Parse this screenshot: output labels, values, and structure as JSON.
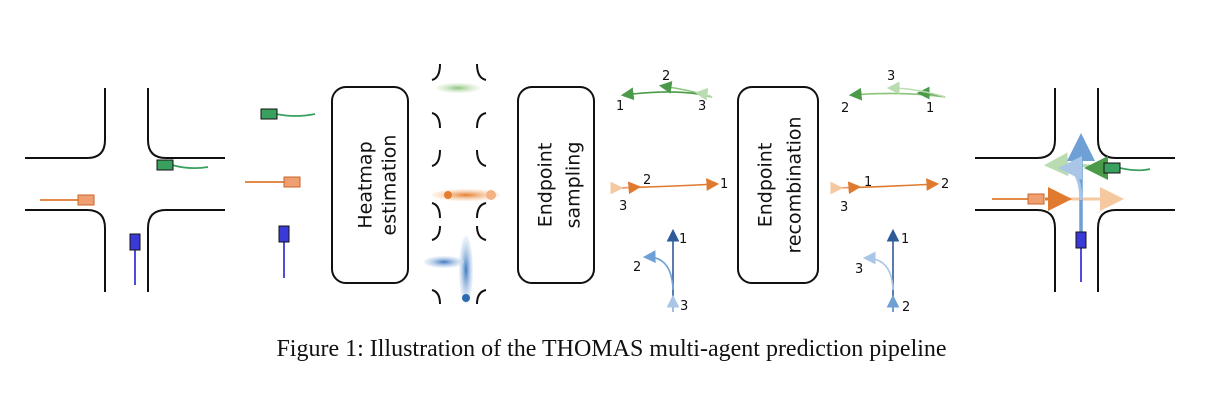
{
  "stages": [
    {
      "line1": "Heatmap",
      "line2": "estimation"
    },
    {
      "line1": "Endpoint",
      "line2": "sampling"
    },
    {
      "line1": "Endpoint",
      "line2": "recombination"
    }
  ],
  "sampling_labels": {
    "green": [
      "1",
      "2",
      "3"
    ],
    "orange": [
      "1",
      "2",
      "3"
    ],
    "blue": [
      "1",
      "2",
      "3"
    ]
  },
  "recombination_labels": {
    "green": [
      "1",
      "2",
      "3"
    ],
    "orange": [
      "1",
      "2",
      "3"
    ],
    "blue": [
      "1",
      "2",
      "3"
    ]
  },
  "caption": "Figure 1: Illustration of the THOMAS multi-agent prediction pipeline",
  "colors": {
    "green": "#4a9a4a",
    "orange": "#e07a2e",
    "blue": "#4a86c8",
    "car_green": "#3aa060",
    "car_orange": "#f0a070",
    "car_blue": "#3a3ad8"
  }
}
